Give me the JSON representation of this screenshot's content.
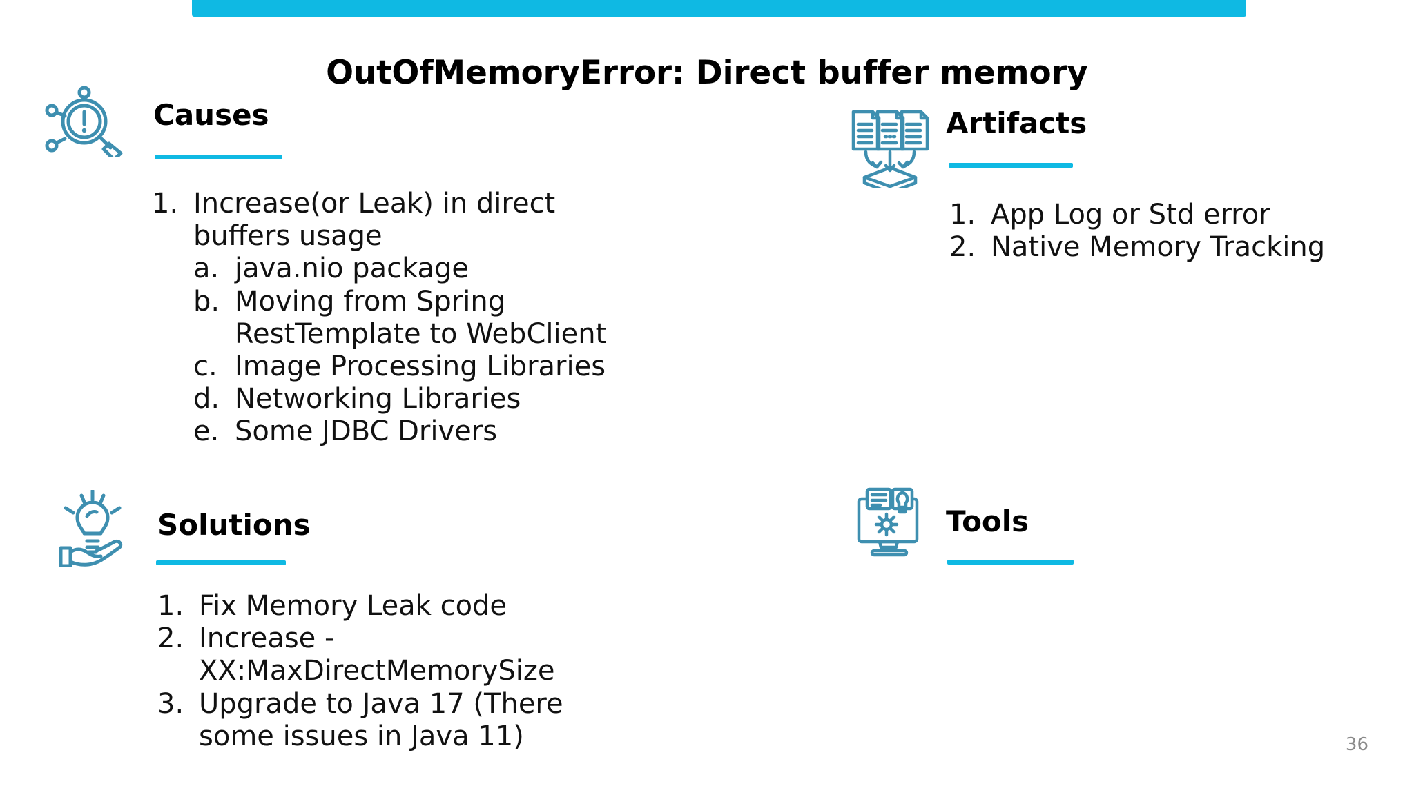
{
  "slide": {
    "title": "OutOfMemoryError: Direct buffer memory",
    "page_number": "36",
    "accent_color": "#0FB9E3",
    "icon_color": "#3E8FB0",
    "text_color": "#111111"
  },
  "sections": {
    "causes": {
      "heading": "Causes",
      "icon": "magnifier-alert-icon",
      "items": [
        {
          "marker": "1.",
          "text": "Increase(or Leak) in direct buffers usage",
          "subitems": [
            {
              "marker": "a.",
              "text": "java.nio package"
            },
            {
              "marker": "b.",
              "text": "Moving from Spring RestTemplate to WebClient"
            },
            {
              "marker": "c.",
              "text": "Image Processing Libraries"
            },
            {
              "marker": "d.",
              "text": "Networking Libraries"
            },
            {
              "marker": "e.",
              "text": "Some JDBC Drivers"
            }
          ]
        }
      ]
    },
    "solutions": {
      "heading": "Solutions",
      "icon": "lightbulb-hand-icon",
      "items": [
        {
          "marker": "1.",
          "text": "Fix Memory Leak code"
        },
        {
          "marker": "2.",
          "text": "Increase -XX:MaxDirectMemorySize"
        },
        {
          "marker": "3.",
          "text": "Upgrade to Java 17 (There some issues in Java 11)"
        }
      ]
    },
    "artifacts": {
      "heading": "Artifacts",
      "icon": "documents-to-box-icon",
      "items": [
        {
          "marker": "1.",
          "text": "App Log or Std error"
        },
        {
          "marker": "2.",
          "text": "Native Memory Tracking"
        }
      ]
    },
    "tools": {
      "heading": "Tools",
      "icon": "monitor-gear-icon",
      "items": []
    }
  }
}
